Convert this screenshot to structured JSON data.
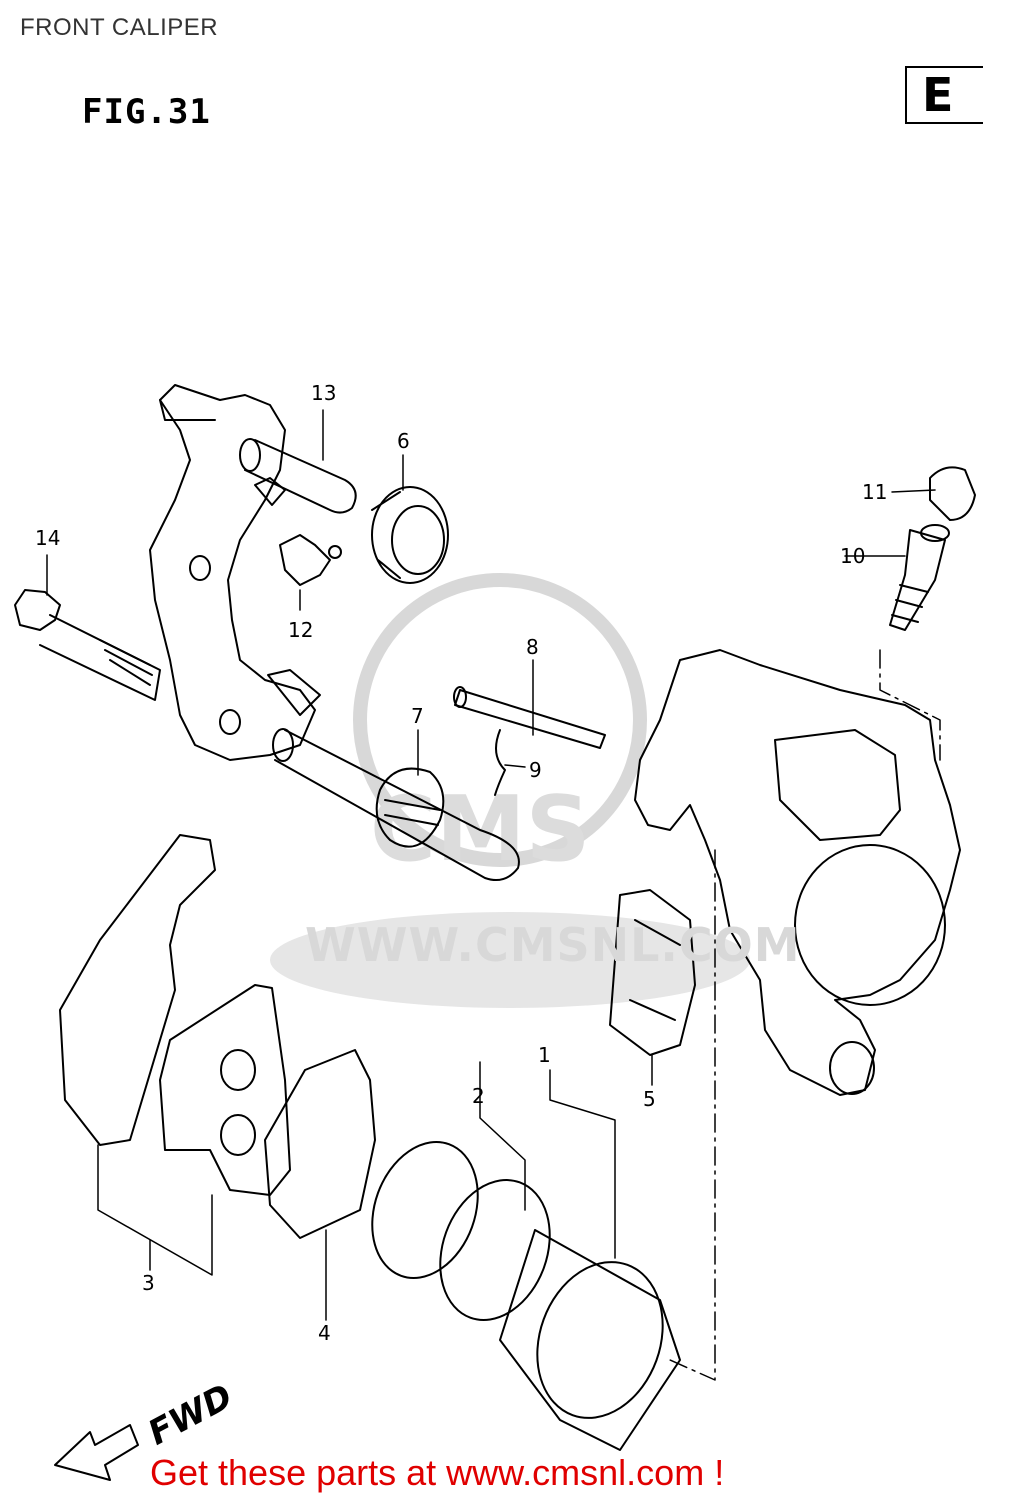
{
  "header": {
    "title": "FRONT CALIPER"
  },
  "figure": {
    "label": "FIG.31",
    "region_code": "E"
  },
  "watermark": {
    "text": "WWW.CMSNL.COM",
    "logo_text": "CMS"
  },
  "direction": {
    "label": "FWD"
  },
  "callouts": [
    {
      "id": "1",
      "label": "1"
    },
    {
      "id": "2",
      "label": "2"
    },
    {
      "id": "3",
      "label": "3"
    },
    {
      "id": "4",
      "label": "4"
    },
    {
      "id": "5",
      "label": "5"
    },
    {
      "id": "6",
      "label": "6"
    },
    {
      "id": "7",
      "label": "7"
    },
    {
      "id": "8",
      "label": "8"
    },
    {
      "id": "9",
      "label": "9"
    },
    {
      "id": "10",
      "label": "10"
    },
    {
      "id": "11",
      "label": "11"
    },
    {
      "id": "12",
      "label": "12"
    },
    {
      "id": "13",
      "label": "13"
    },
    {
      "id": "14",
      "label": "14"
    }
  ],
  "footer": {
    "link_text": "Get these parts at www.cmsnl.com !"
  },
  "colors": {
    "line": "#000000",
    "watermark": "#d8d8d8",
    "link": "#e00000"
  }
}
